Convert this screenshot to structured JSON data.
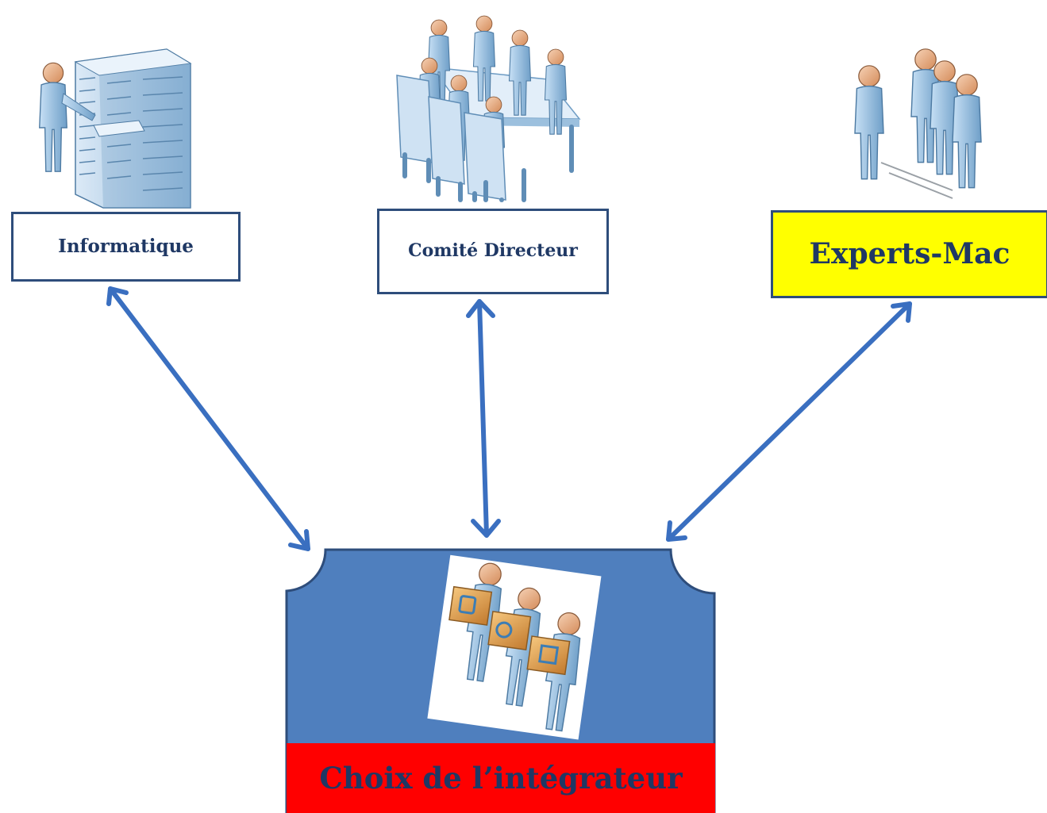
{
  "nodes": {
    "informatique": {
      "label": "Informatique",
      "icon": "server-admin-person-icon"
    },
    "comite": {
      "label": "Comité Directeur",
      "icon": "boardroom-meeting-icon"
    },
    "experts": {
      "label": "Experts-Mac",
      "icon": "expert-group-icon",
      "fill": "#ffff00"
    },
    "result": {
      "label": "Choix de l’intégrateur",
      "icon": "people-carrying-boxes-icon",
      "fill": "#4f7fbe",
      "label_fill": "#ff0000"
    }
  },
  "colors": {
    "arrow": "#3a6fc0",
    "box_border": "#2e4d7b",
    "text": "#1f3864",
    "figure": "#9ec5e6"
  }
}
